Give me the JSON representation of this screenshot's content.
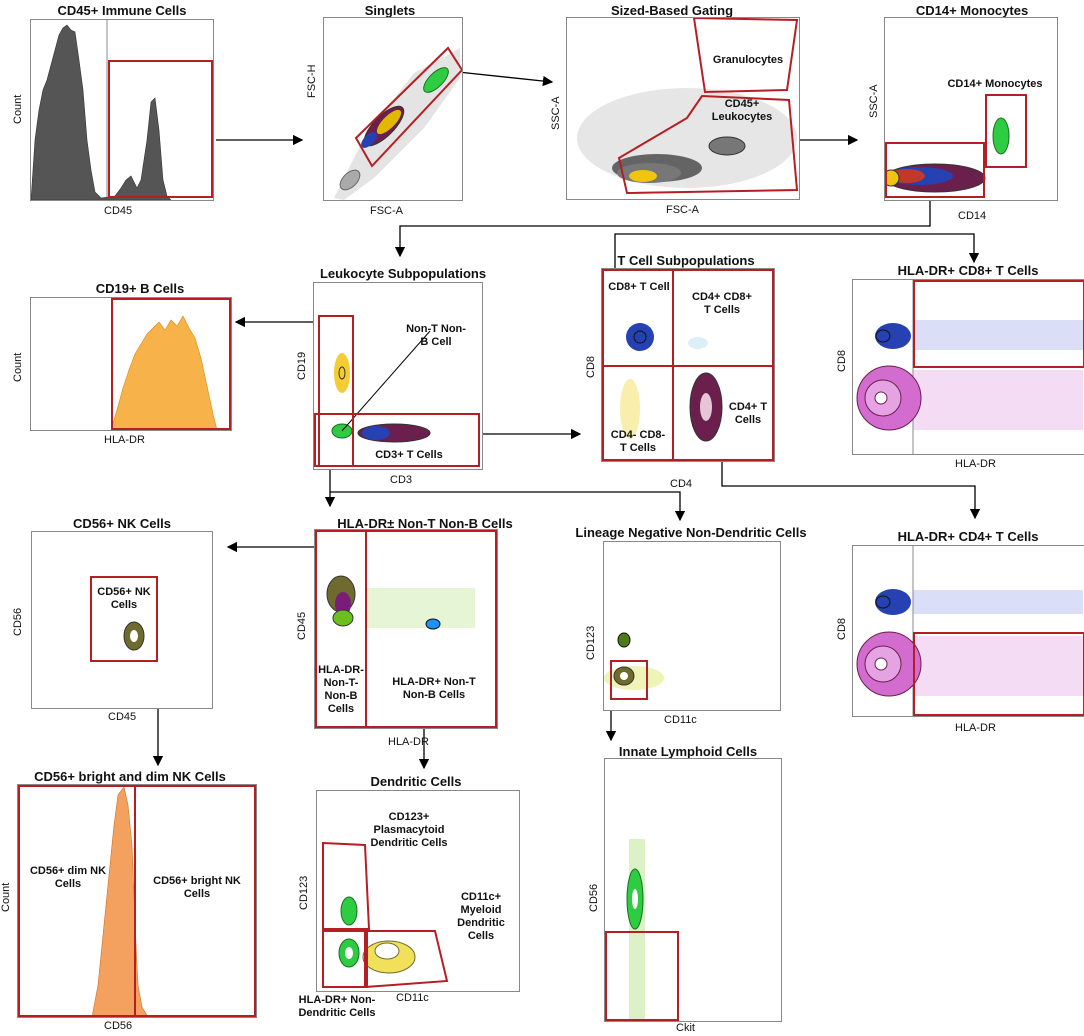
{
  "panels": {
    "cd45": {
      "title": "CD45+ Immune Cells",
      "xlabel": "CD45",
      "ylabel": "Count"
    },
    "singlets": {
      "title": "Singlets",
      "xlabel": "FSC-A",
      "ylabel": "FSC-H"
    },
    "sized": {
      "title": "Sized-Based Gating",
      "xlabel": "FSC-A",
      "ylabel": "SSC-A",
      "gate_granulocytes": "Granulocytes",
      "gate_leukocytes": "CD45+ Leukocytes"
    },
    "cd14": {
      "title": "CD14+ Monocytes",
      "xlabel": "CD14",
      "ylabel": "SSC-A",
      "gate_mono": "CD14+ Monocytes"
    },
    "b_cells": {
      "title": "CD19+ B Cells",
      "xlabel": "HLA-DR",
      "ylabel": "Count"
    },
    "leuko_sub": {
      "title": "Leukocyte Subpopulations",
      "xlabel": "CD3",
      "ylabel": "CD19",
      "gate_nontb": "Non-T Non-B Cell",
      "gate_t": "CD3+ T Cells"
    },
    "t_sub": {
      "title": "T Cell Subpopulations",
      "xlabel": "CD4",
      "ylabel": "CD8",
      "q_cd8": "CD8+ T Cell",
      "q_dp": "CD4+ CD8+ T Cells",
      "q_dn": "CD4- CD8- T Cells",
      "q_cd4": "CD4+ T Cells"
    },
    "hla_cd8": {
      "title": "HLA-DR+ CD8+ T Cells",
      "xlabel": "HLA-DR",
      "ylabel": "CD8"
    },
    "nk": {
      "title": "CD56+ NK Cells",
      "xlabel": "CD45",
      "ylabel": "CD56",
      "gate": "CD56+ NK Cells"
    },
    "hla_ntnb": {
      "title": "HLA-DR± Non-T Non-B Cells",
      "xlabel": "HLA-DR",
      "ylabel": "CD45",
      "gate_neg": "HLA-DR- Non-T- Non-B Cells",
      "gate_pos": "HLA-DR+ Non-T Non-B Cells"
    },
    "lin_neg": {
      "title": "Lineage Negative Non-Dendritic Cells",
      "xlabel": "CD11c",
      "ylabel": "CD123"
    },
    "hla_cd4": {
      "title": "HLA-DR+ CD4+ T Cells",
      "xlabel": "HLA-DR",
      "ylabel": "CD8"
    },
    "nk_bd": {
      "title": "CD56+ bright and dim NK Cells",
      "xlabel": "CD56",
      "ylabel": "Count",
      "gate_dim": "CD56+ dim NK Cells",
      "gate_bright": "CD56+ bright NK Cells"
    },
    "dc": {
      "title": "Dendritic Cells",
      "xlabel": "CD11c",
      "ylabel": "CD123",
      "gate_pdc": "CD123+ Plasmacytoid Dendritic Cells",
      "gate_mdc": "CD11c+ Myeloid Dendritic Cells",
      "gate_nondc": "HLA-DR+ Non- Dendritic Cells"
    },
    "ilc": {
      "title": "Innate Lymphoid Cells",
      "xlabel": "Ckit",
      "ylabel": "CD56"
    }
  },
  "colors": {
    "gate": "#b51f24",
    "histogram_gray": "#555555",
    "histogram_orange_b": "#f7b24a",
    "histogram_orange_nk": "#f4a05e"
  }
}
